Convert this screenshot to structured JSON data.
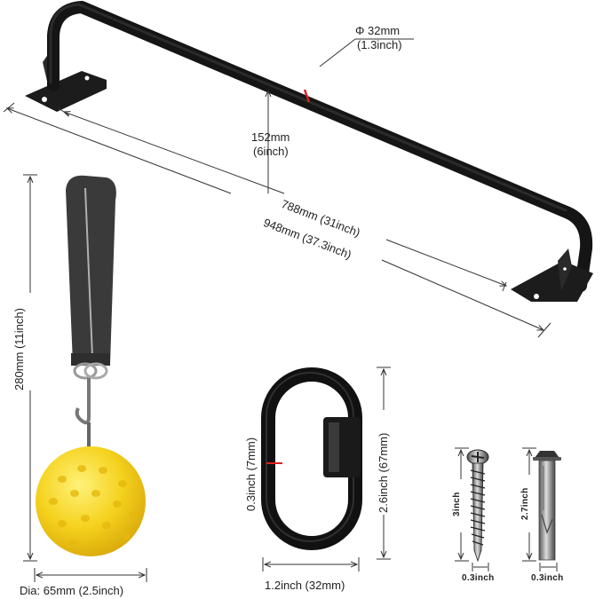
{
  "product": {
    "pull_up_bar": {
      "tube_diameter": {
        "line1": "Φ 32mm",
        "line2": "(1.3inch)"
      },
      "height": {
        "line1": "152mm",
        "line2": "(6inch)"
      },
      "inner_length": "788mm (31inch)",
      "total_length": "948mm (37.3inch)",
      "colors": {
        "tube": "#1a1a1a",
        "marker": "#e02020"
      }
    },
    "grip_ball": {
      "total_length": "280mm  (11inch)",
      "diameter": "Dia: 65mm (2.5inch)",
      "colors": {
        "ball": "#f5d21e",
        "strap": "#3a3a3a"
      }
    },
    "quick_link": {
      "thickness": "0.3inch (7mm)",
      "length": "2.6inch (67mm)",
      "width": "1.2inch (32mm)"
    },
    "wood_screw": {
      "length": "3inch",
      "diameter": "0.3inch"
    },
    "expansion_bolt": {
      "length": "2.7inch",
      "diameter": "0.3inch"
    }
  }
}
